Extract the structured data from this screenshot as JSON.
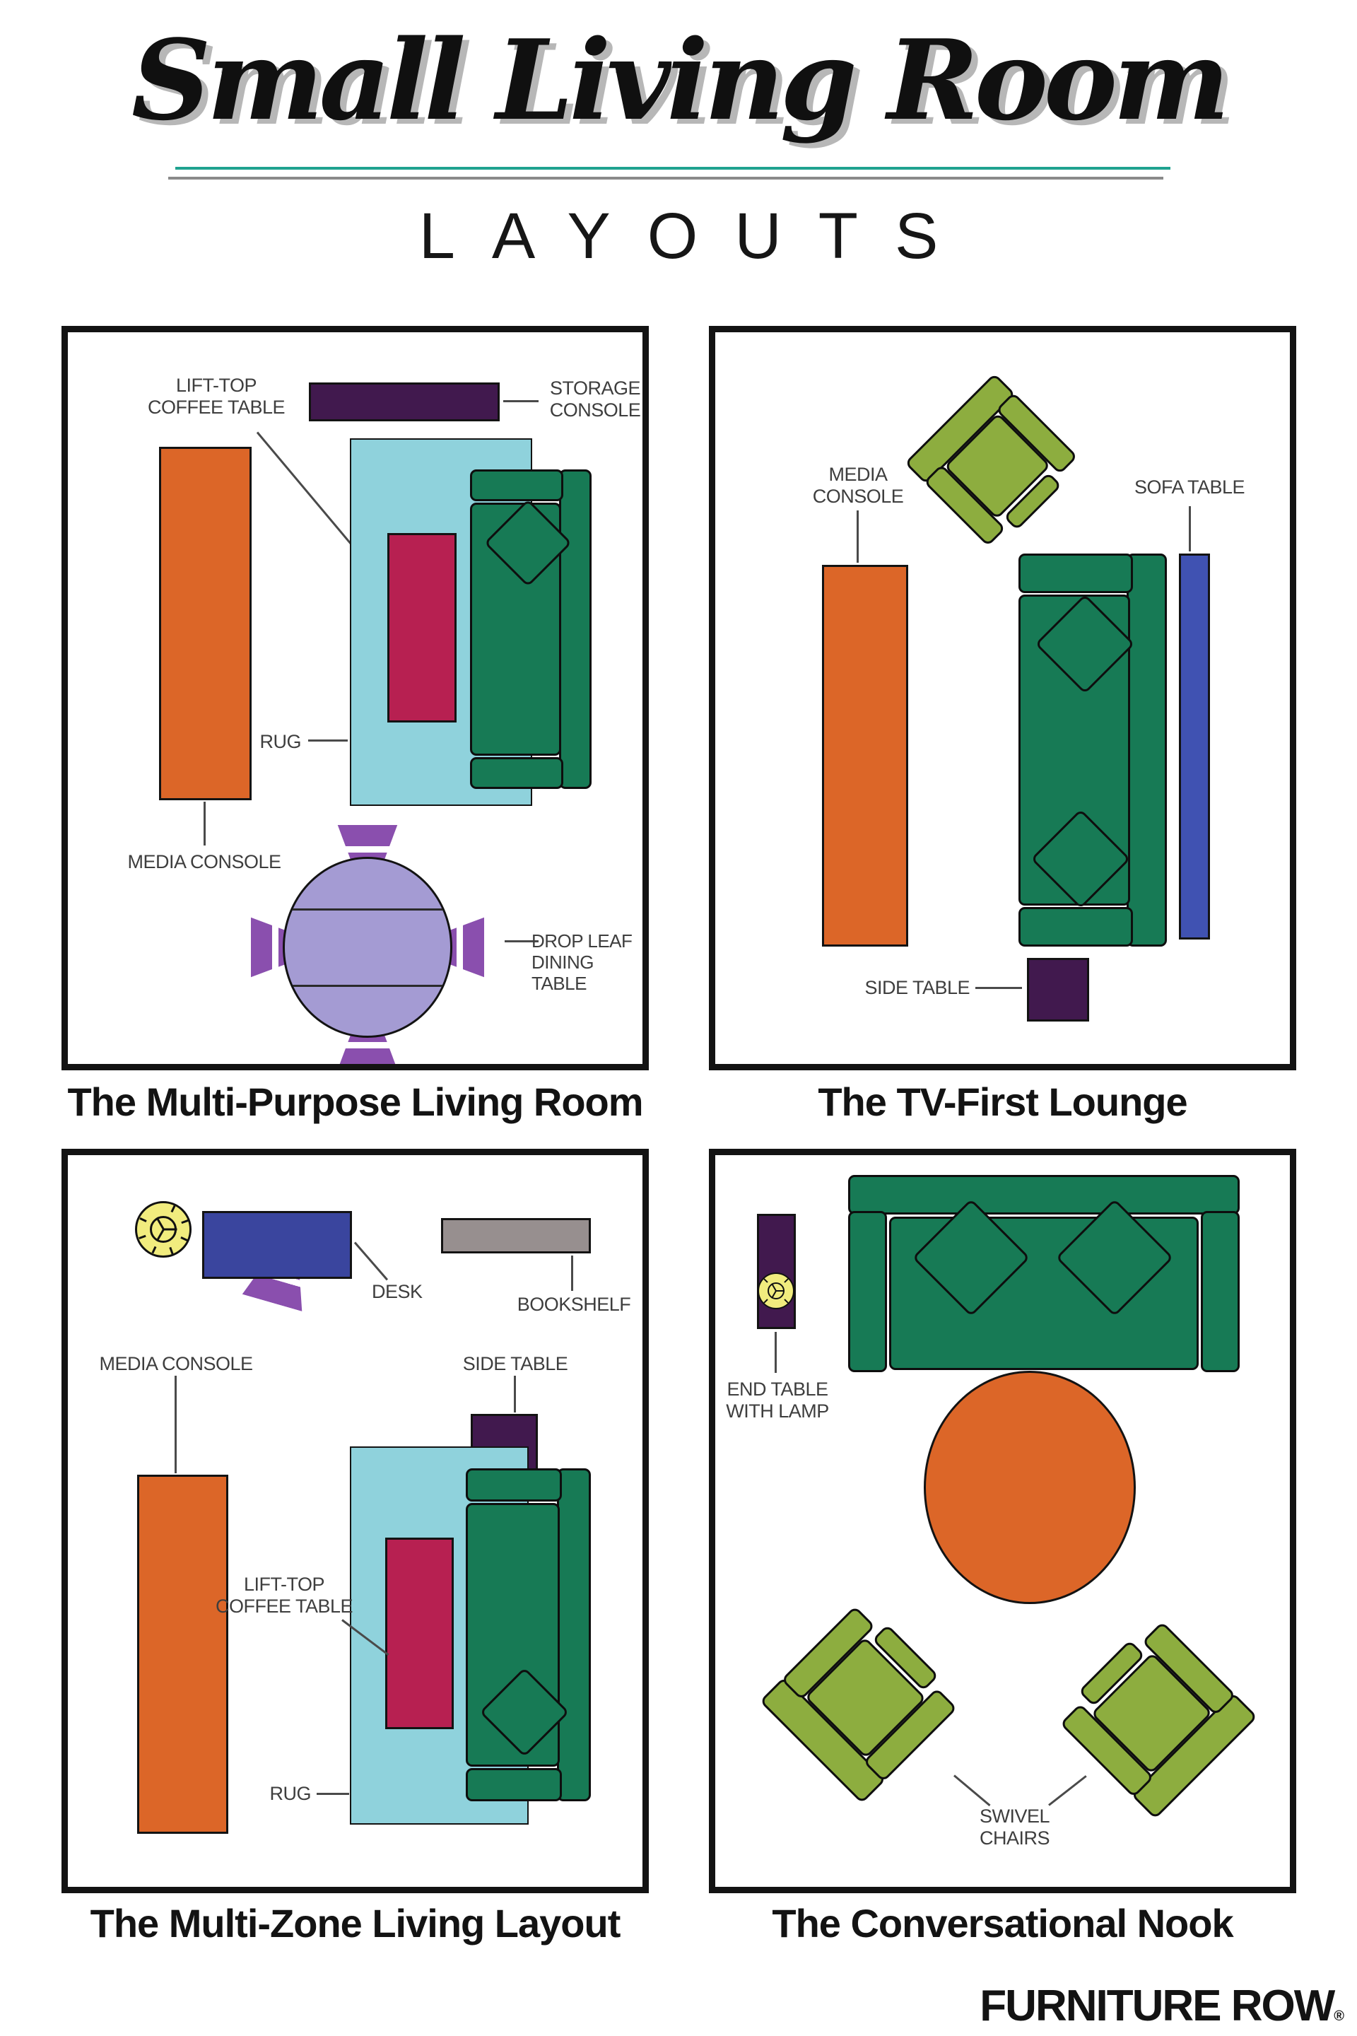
{
  "title": {
    "script": "Small Living Room",
    "subtitle": "LAYOUTS"
  },
  "logo": {
    "text": "FURNITURE ROW",
    "registered": "®"
  },
  "palette": {
    "teal": "#1FA290",
    "rulegray": "#8A8A8A",
    "labelc": "#3E3E3E",
    "orange": "#DC6628",
    "green": "#177A55",
    "rug": "#8FD2DC",
    "crimson": "#B72051",
    "darkpurple": "#41194E",
    "lightpurple": "#A49BD3",
    "purple": "#8A4FAE",
    "olive": "#8DAD3F",
    "bluedesk": "#3A459E",
    "bluetable": "#4052B2",
    "gray": "#978F8F",
    "yellow": "#F1EC7E"
  },
  "quadrants": {
    "q1": {
      "caption": "The Multi-Purpose Living Room",
      "labels": {
        "lift_top": "LIFT-TOP\nCOFFEE TABLE",
        "storage": "STORAGE\nCONSOLE",
        "rug": "RUG",
        "media": "MEDIA CONSOLE",
        "dining": "DROP LEAF\nDINING TABLE"
      },
      "furniture": [
        "storage console",
        "media console",
        "rug",
        "lift-top coffee table",
        "sofa",
        "drop leaf dining table",
        "4 dining chairs"
      ]
    },
    "q2": {
      "caption": "The TV-First Lounge",
      "labels": {
        "media": "MEDIA\nCONSOLE",
        "sofa_table": "SOFA TABLE",
        "side_table": "SIDE TABLE"
      },
      "furniture": [
        "armchair",
        "media console",
        "sofa",
        "sofa table",
        "side table"
      ]
    },
    "q3": {
      "caption": "The Multi-Zone Living Layout",
      "labels": {
        "desk": "DESK",
        "bookshelf": "BOOKSHELF",
        "side_table": "SIDE TABLE",
        "media": "MEDIA CONSOLE",
        "lift_top": "LIFT-TOP\nCOFFEE TABLE",
        "rug": "RUG"
      },
      "furniture": [
        "lamp",
        "desk",
        "desk chair",
        "bookshelf",
        "side table",
        "media console",
        "rug",
        "lift-top coffee table",
        "sofa"
      ]
    },
    "q4": {
      "caption": "The Conversational Nook",
      "labels": {
        "end_table": "END TABLE\nWITH LAMP",
        "swivel": "SWIVEL\nCHAIRS"
      },
      "furniture": [
        "sofa",
        "end table with lamp",
        "round coffee table",
        "2 swivel chairs"
      ]
    }
  }
}
